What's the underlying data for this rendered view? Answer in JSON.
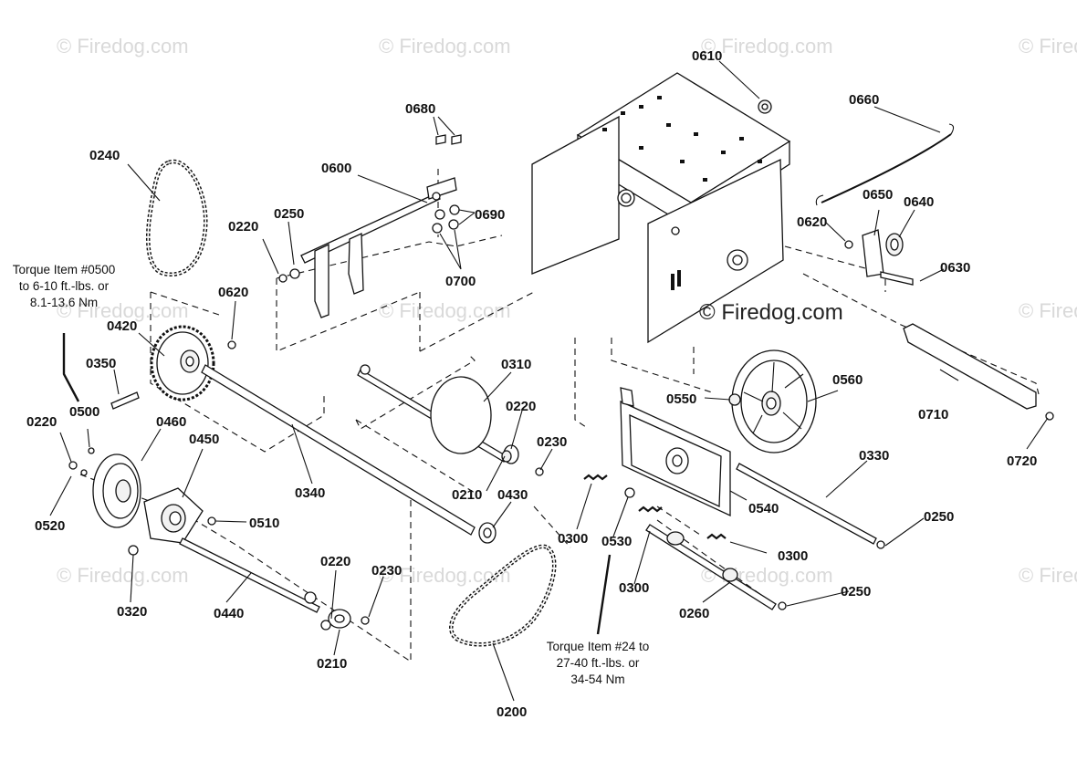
{
  "watermark": {
    "small_text": "© Firedog.com",
    "main_text": "© Firedog.com"
  },
  "part_labels": [
    {
      "id": "p0610",
      "text": "0610"
    },
    {
      "id": "p0660",
      "text": "0660"
    },
    {
      "id": "p0680",
      "text": "0680"
    },
    {
      "id": "p0600",
      "text": "0600"
    },
    {
      "id": "p0690",
      "text": "0690"
    },
    {
      "id": "p0700",
      "text": "0700"
    },
    {
      "id": "p0240",
      "text": "0240"
    },
    {
      "id": "p0250a",
      "text": "0250"
    },
    {
      "id": "p0220a",
      "text": "0220"
    },
    {
      "id": "p0650",
      "text": "0650"
    },
    {
      "id": "p0640",
      "text": "0640"
    },
    {
      "id": "p0620a",
      "text": "0620"
    },
    {
      "id": "p0630",
      "text": "0630"
    },
    {
      "id": "p0620b",
      "text": "0620"
    },
    {
      "id": "p0420",
      "text": "0420"
    },
    {
      "id": "p0350",
      "text": "0350"
    },
    {
      "id": "p0310",
      "text": "0310"
    },
    {
      "id": "p0220b",
      "text": "0220"
    },
    {
      "id": "p0560",
      "text": "0560"
    },
    {
      "id": "p0550",
      "text": "0550"
    },
    {
      "id": "p0710",
      "text": "0710"
    },
    {
      "id": "p0720",
      "text": "0720"
    },
    {
      "id": "p0220c",
      "text": "0220"
    },
    {
      "id": "p0500",
      "text": "0500"
    },
    {
      "id": "p0460",
      "text": "0460"
    },
    {
      "id": "p0450",
      "text": "0450"
    },
    {
      "id": "p0230a",
      "text": "0230"
    },
    {
      "id": "p0330",
      "text": "0330"
    },
    {
      "id": "p0340",
      "text": "0340"
    },
    {
      "id": "p0210a",
      "text": "0210"
    },
    {
      "id": "p0430",
      "text": "0430"
    },
    {
      "id": "p0540",
      "text": "0540"
    },
    {
      "id": "p0520",
      "text": "0520"
    },
    {
      "id": "p0510",
      "text": "0510"
    },
    {
      "id": "p0250b",
      "text": "0250"
    },
    {
      "id": "p0300a",
      "text": "0300"
    },
    {
      "id": "p0530",
      "text": "0530"
    },
    {
      "id": "p0300b",
      "text": "0300"
    },
    {
      "id": "p0320",
      "text": "0320"
    },
    {
      "id": "p0220d",
      "text": "0220"
    },
    {
      "id": "p0230b",
      "text": "0230"
    },
    {
      "id": "p0300c",
      "text": "0300"
    },
    {
      "id": "p0440",
      "text": "0440"
    },
    {
      "id": "p0250c",
      "text": "0250"
    },
    {
      "id": "p0260",
      "text": "0260"
    },
    {
      "id": "p0210b",
      "text": "0210"
    },
    {
      "id": "p0200",
      "text": "0200"
    }
  ],
  "torque_notes": {
    "left": {
      "line1": "Torque Item #0500",
      "line2": "to 6-10 ft.-lbs. or",
      "line3": "8.1-13.6 Nm"
    },
    "bottom": {
      "line1": "Torque Item #24 to",
      "line2": "27-40 ft.-lbs. or",
      "line3": "34-54 Nm"
    }
  }
}
